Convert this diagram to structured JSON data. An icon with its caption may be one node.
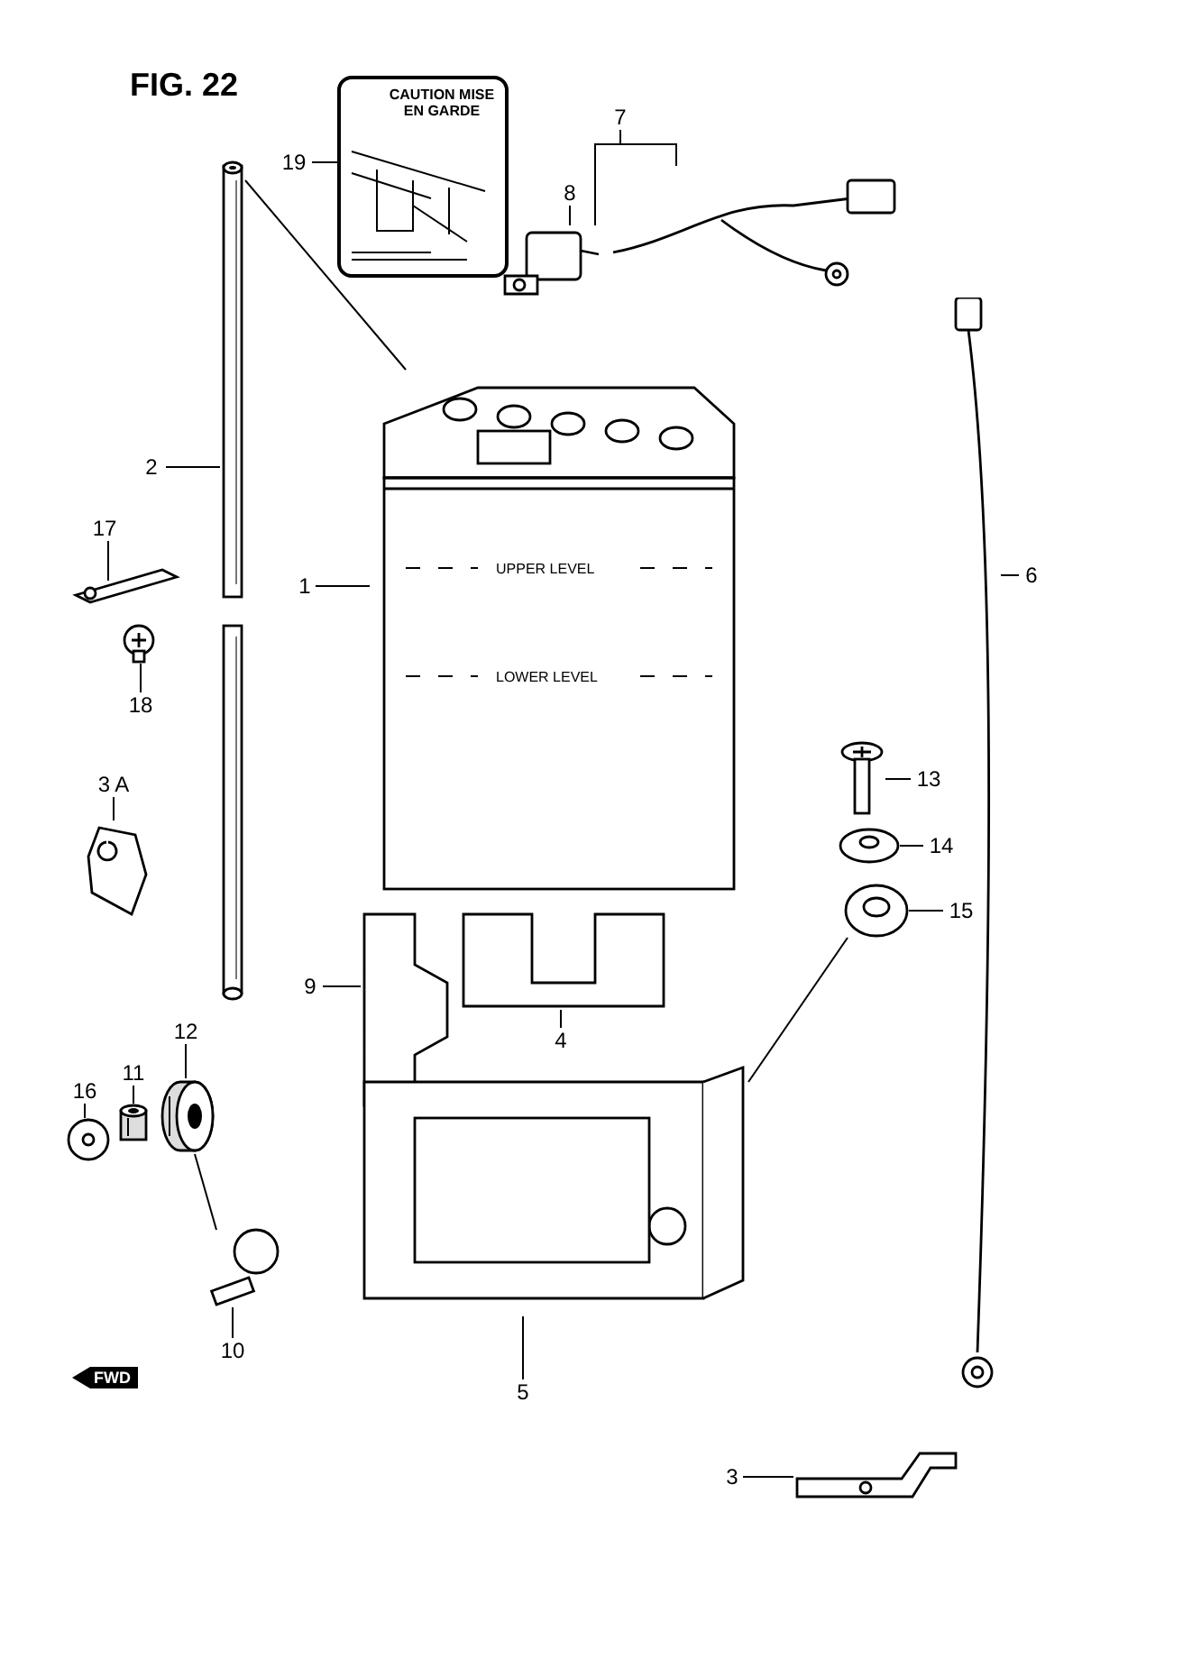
{
  "diagram": {
    "title": "FIG. 22",
    "nodes": [
      {
        "text": [
          "19"
        ]
      },
      {
        "text": [
          "CAUTION MISE EN GARDE"
        ]
      },
      {
        "text": [
          "7"
        ]
      },
      {
        "text": [
          "8"
        ]
      },
      {
        "text": [],
        "shape": "picture"
      },
      {
        "text": [],
        "shape": "picture"
      },
      {
        "text": [
          "2"
        ]
      },
      {
        "text": [],
        "shape": "picture"
      },
      {
        "text": [],
        "shape": "picture"
      },
      {
        "text": [
          "17"
        ]
      },
      {
        "text": [],
        "shape": "picture"
      },
      {
        "text": [
          "18"
        ]
      },
      {
        "text": [],
        "shape": "picture"
      },
      {
        "text": [
          "1"
        ]
      },
      {
        "text": [
          "UPPER LEVEL",
          "LOWER LEVEL"
        ]
      },
      {
        "text": [
          "6"
        ]
      },
      {
        "text": [],
        "shape": "picture"
      },
      {
        "text": [
          "3 A"
        ]
      },
      {
        "text": [],
        "shape": "picture"
      },
      {
        "text": [
          "13"
        ]
      },
      {
        "text": [],
        "shape": "picture"
      },
      {
        "text": [
          "14"
        ]
      },
      {
        "text": [],
        "shape": "picture"
      },
      {
        "text": [
          "15"
        ]
      },
      {
        "text": [],
        "shape": "picture"
      },
      {
        "text": [
          "9"
        ]
      },
      {
        "text": [],
        "shape": "picture"
      },
      {
        "text": [
          "4"
        ]
      },
      {
        "text": [],
        "shape": "picture"
      },
      {
        "text": [
          "5"
        ]
      },
      {
        "text": [],
        "shape": "picture"
      },
      {
        "text": [
          "12"
        ]
      },
      {
        "text": [],
        "shape": "picture"
      },
      {
        "text": [
          "11"
        ]
      },
      {
        "text": [],
        "shape": "picture"
      },
      {
        "text": [
          "16"
        ]
      },
      {
        "text": [],
        "shape": "picture"
      },
      {
        "text": [
          "10"
        ]
      },
      {
        "text": [],
        "shape": "picture"
      },
      {
        "text": [
          "3"
        ]
      },
      {
        "text": [],
        "shape": "picture"
      }
    ],
    "edges": [
      {
        "from": 0,
        "to": 1,
        "arrow": "none"
      },
      {
        "from": 2,
        "to": 4,
        "arrow": "none"
      },
      {
        "from": 2,
        "to": 5,
        "arrow": "none"
      },
      {
        "from": 3,
        "to": 5,
        "arrow": "none"
      },
      {
        "from": 6,
        "to": 7,
        "arrow": "none"
      },
      {
        "from": 9,
        "to": 10,
        "arrow": "none"
      },
      {
        "from": 11,
        "to": 12,
        "arrow": "none"
      },
      {
        "from": 13,
        "to": 14,
        "arrow": "none"
      },
      {
        "from": 15,
        "to": 16,
        "arrow": "none"
      },
      {
        "from": 17,
        "to": 18,
        "arrow": "none"
      },
      {
        "from": 19,
        "to": 20,
        "arrow": "none"
      },
      {
        "from": 21,
        "to": 22,
        "arrow": "none"
      },
      {
        "from": 23,
        "to": 24,
        "arrow": "none"
      },
      {
        "from": 25,
        "to": 26,
        "arrow": "none"
      },
      {
        "from": 27,
        "to": 28,
        "arrow": "none"
      },
      {
        "from": 29,
        "to": 30,
        "arrow": "none"
      },
      {
        "from": 31,
        "to": 32,
        "arrow": "none"
      },
      {
        "from": 33,
        "to": 34,
        "arrow": "none"
      },
      {
        "from": 35,
        "to": 36,
        "arrow": "none"
      },
      {
        "from": 37,
        "to": 38,
        "arrow": "none"
      },
      {
        "from": 39,
        "to": 40,
        "arrow": "none"
      },
      {
        "from": 7,
        "to": 14,
        "arrow": "none"
      },
      {
        "from": 38,
        "to": 32,
        "arrow": "none"
      },
      {
        "from": 24,
        "to": 30,
        "arrow": "none"
      }
    ],
    "labels": [
      "FWD"
    ]
  }
}
